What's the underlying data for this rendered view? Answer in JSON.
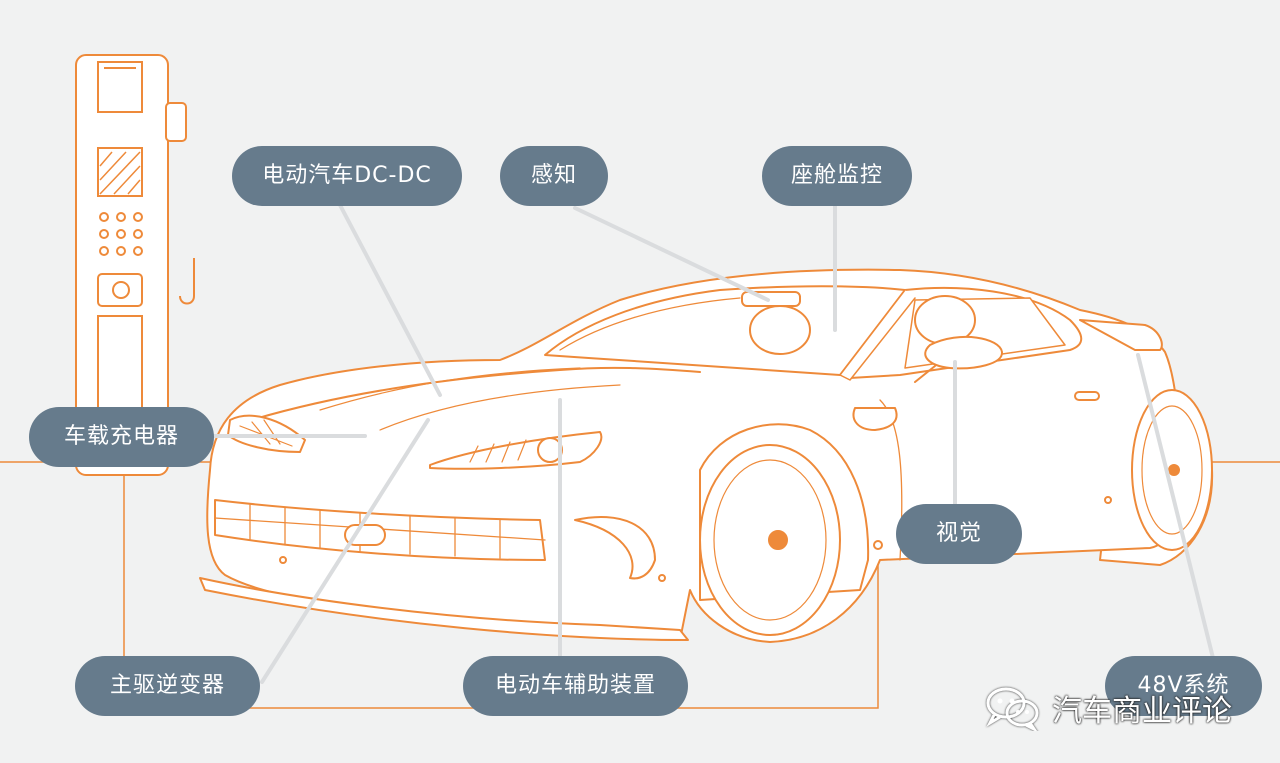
{
  "diagram": {
    "labels": {
      "dcdc": "电动汽车DC-DC",
      "perception": "感知",
      "cabin": "座舱监控",
      "charger": "车载充电器",
      "vision": "视觉",
      "inverter": "主驱逆变器",
      "aux": "电动车辅助装置",
      "v48": "48V系统"
    },
    "watermark": "汽车商业评论"
  },
  "colors": {
    "background": "#f1f2f2",
    "label_bg": "#667b8c",
    "car_outline": "#ee8a3a",
    "car_fill": "#ffffff",
    "leader_line": "#dadcde",
    "wiring": "#ee8a3a"
  },
  "icons": {
    "charger_station": "ev-charging-station-icon",
    "watermark_logo": "wechat-icon"
  }
}
